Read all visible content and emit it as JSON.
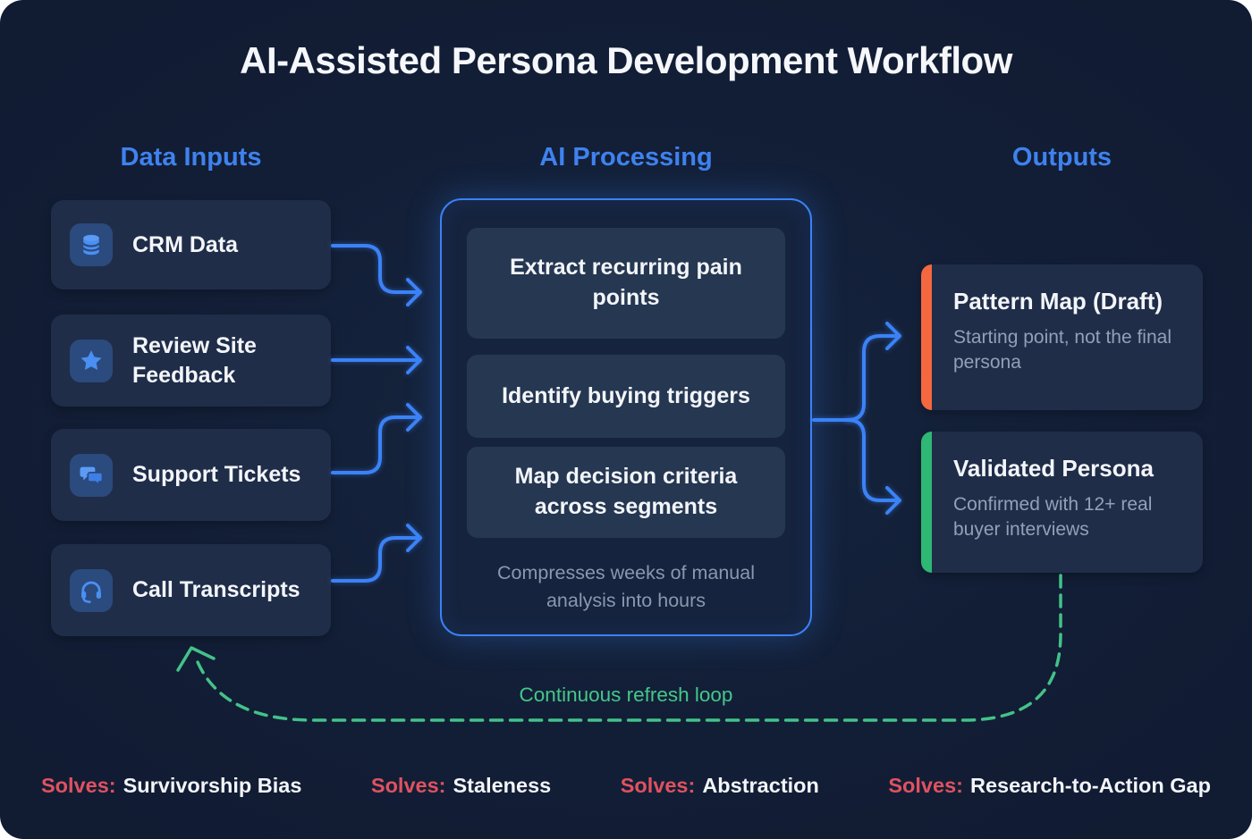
{
  "title": "AI-Assisted Persona Development Workflow",
  "inputs": {
    "header": "Data Inputs",
    "items": [
      {
        "icon": "database-icon",
        "label": "CRM Data"
      },
      {
        "icon": "star-icon",
        "label": "Review Site Feedback"
      },
      {
        "icon": "chat-icon",
        "label": "Support Tickets"
      },
      {
        "icon": "headset-icon",
        "label": "Call Transcripts"
      }
    ]
  },
  "processing": {
    "header": "AI Processing",
    "steps": [
      "Extract recurring pain points",
      "Identify buying triggers",
      "Map decision criteria across segments"
    ],
    "caption": "Compresses weeks of manual analysis into hours"
  },
  "outputs": {
    "header": "Outputs",
    "cards": [
      {
        "title": "Pattern Map (Draft)",
        "subtitle": "Starting point, not the final persona",
        "accent": "#f4683f"
      },
      {
        "title": "Validated Persona",
        "subtitle": "Confirmed with 12+ real buyer interviews",
        "accent": "#2eb873"
      }
    ]
  },
  "loop": {
    "label": "Continuous refresh loop"
  },
  "footer": {
    "items": [
      {
        "prefix": "Solves:",
        "label": "Survivorship Bias"
      },
      {
        "prefix": "Solves:",
        "label": "Staleness"
      },
      {
        "prefix": "Solves:",
        "label": "Abstraction"
      },
      {
        "prefix": "Solves:",
        "label": "Research-to-Action Gap"
      }
    ]
  },
  "colors": {
    "background": "#13203a",
    "card_background": "#1f2d49",
    "accent_blue": "#3b82f6",
    "header_blue": "#3f82ee",
    "orange_accent": "#f4683f",
    "green_accent": "#2eb873",
    "loop_green": "#43c289",
    "solves_red": "#df5260",
    "subtitle_gray": "#93a0b6",
    "text_white": "#f3f5f9"
  }
}
